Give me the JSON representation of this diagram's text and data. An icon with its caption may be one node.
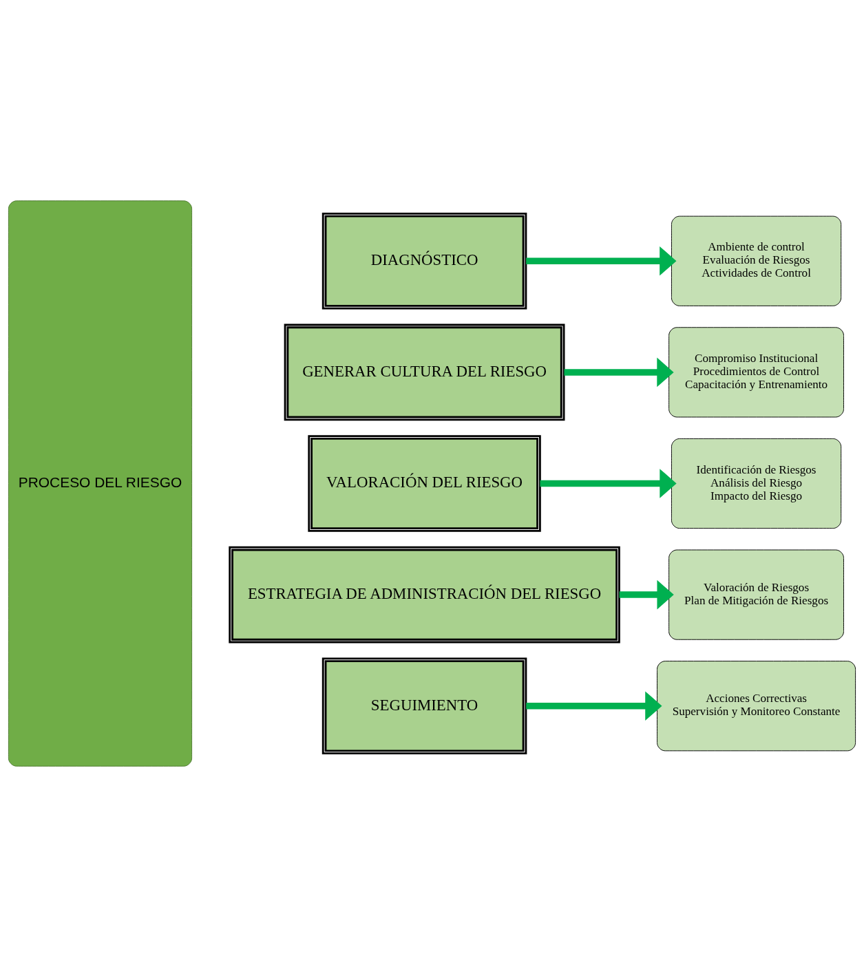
{
  "diagram": {
    "nodes": [
      {
        "text": [
          "PROCESO DEL RIESGO"
        ]
      },
      {
        "text": [
          "DIAGNÓSTICO"
        ]
      },
      {
        "text": [
          "Ambiente de control",
          "Evaluación de Riesgos",
          "Actividades de Control"
        ]
      },
      {
        "text": [
          "GENERAR CULTURA DEL RIESGO"
        ]
      },
      {
        "text": [
          "Compromiso Institucional",
          "Procedimientos de Control",
          "Capacitación y Entrenamiento"
        ]
      },
      {
        "text": [
          "VALORACIÓN DEL RIESGO"
        ]
      },
      {
        "text": [
          "Identificación de Riesgos",
          "Análisis del Riesgo",
          "Impacto del Riesgo"
        ]
      },
      {
        "text": [
          "ESTRATEGIA DE ADMINISTRACIÓN DEL RIESGO"
        ]
      },
      {
        "text": [
          "Valoración de Riesgos",
          "Plan de Mitigación de Riesgos"
        ]
      },
      {
        "text": [
          "SEGUIMIENTO"
        ]
      },
      {
        "text": [
          "Acciones Correctivas",
          "Supervisión y Monitoreo Constante"
        ]
      }
    ],
    "edges": [
      {
        "from": 1,
        "to": 2,
        "arrow": "to"
      },
      {
        "from": 3,
        "to": 4,
        "arrow": "to"
      },
      {
        "from": 5,
        "to": 6,
        "arrow": "to"
      },
      {
        "from": 7,
        "to": 8,
        "arrow": "to"
      },
      {
        "from": 9,
        "to": 10,
        "arrow": "to"
      }
    ]
  }
}
